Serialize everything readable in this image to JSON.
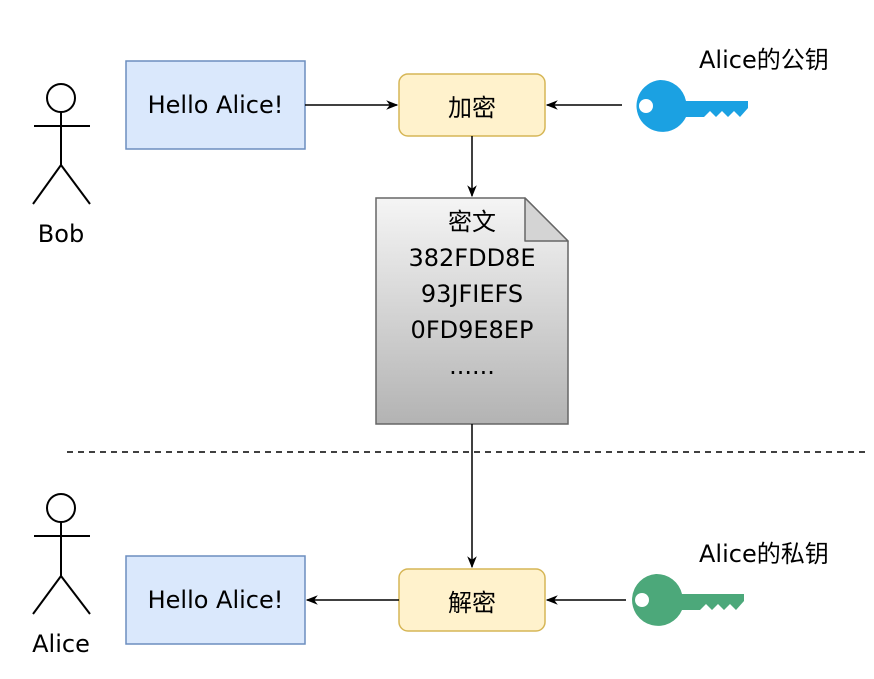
{
  "actors": {
    "sender": "Bob",
    "receiver": "Alice"
  },
  "messages": {
    "plaintext_sender": "Hello Alice!",
    "plaintext_receiver": "Hello Alice!"
  },
  "operations": {
    "encrypt": "加密",
    "decrypt": "解密"
  },
  "ciphertext": {
    "title": "密文",
    "lines": [
      "382FDD8E",
      "93JFIEFS",
      "0FD9E8EP",
      "......"
    ]
  },
  "keys": {
    "public_key_label": "Alice的公钥",
    "private_key_label": "Alice的私钥",
    "public_key_icon": "key-icon",
    "private_key_icon": "key-icon"
  },
  "colors": {
    "message_fill": "#dae8fc",
    "message_stroke": "#6c8ebf",
    "operation_fill": "#fff2cc",
    "operation_stroke": "#d6b656",
    "public_key": "#1ba1e2",
    "private_key": "#4ca87a",
    "document_stroke": "#666666"
  }
}
